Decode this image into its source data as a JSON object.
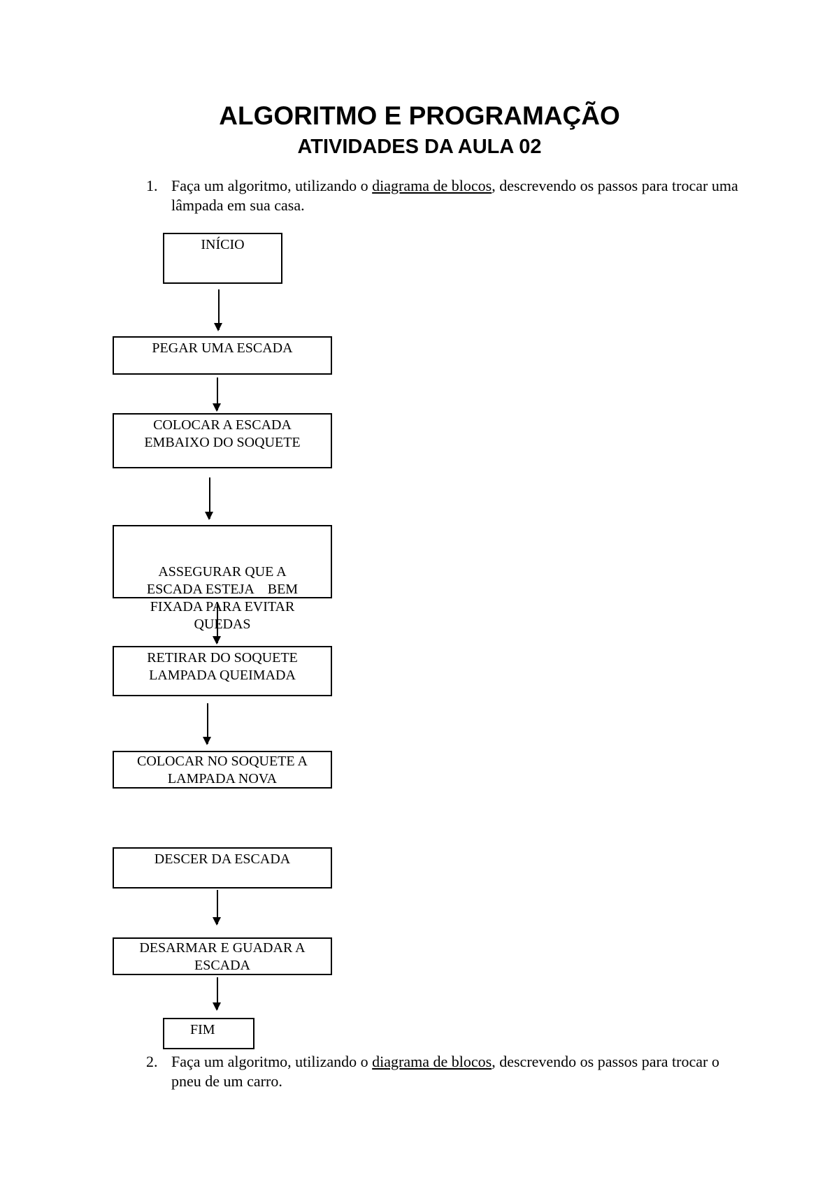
{
  "header": {
    "title": "ALGORITMO E PROGRAMAÇÃO",
    "subtitle": "ATIVIDADES DA AULA 02"
  },
  "questions": [
    {
      "number": "1.",
      "text_before": "Faça um algoritmo, utilizando o ",
      "underlined": "diagrama de blocos",
      "text_after": ", descrevendo os passos para trocar uma lâmpada em sua casa."
    },
    {
      "number": "2.",
      "text_before": "Faça um algoritmo, utilizando o ",
      "underlined": "diagrama de blocos",
      "text_after": ", descrevendo os passos para trocar o pneu de um carro."
    }
  ],
  "flowchart": {
    "steps": [
      "INÍCIO",
      "PEGAR UMA ESCADA",
      "COLOCAR A ESCADA EMBAIXO DO SOQUETE",
      "ASSEGURAR QUE A ESCADA ESTEJA    BEM FIXADA PARA EVITAR QUEDAS",
      "RETIRAR DO SOQUETE LAMPADA QUEIMADA",
      "COLOCAR NO SOQUETE A LAMPADA NOVA",
      "DESCER DA ESCADA",
      "DESARMAR E GUADAR A ESCADA",
      "FIM"
    ]
  }
}
